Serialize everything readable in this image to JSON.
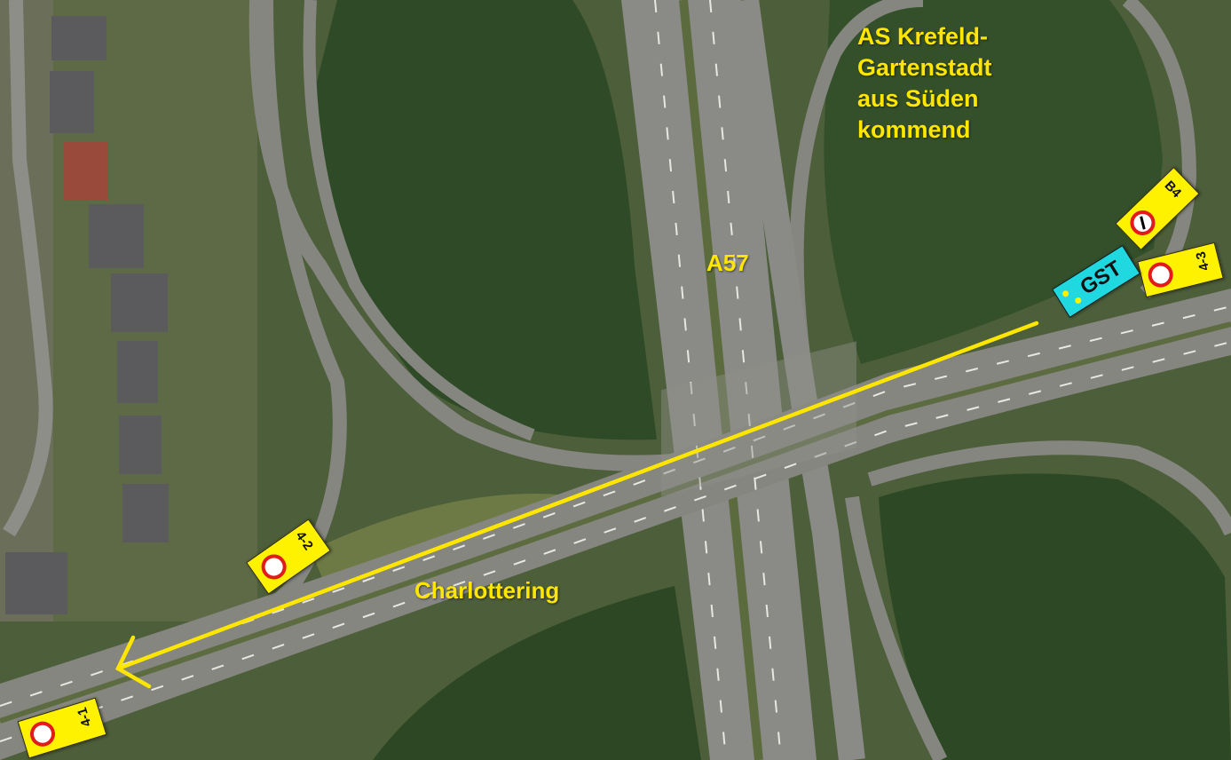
{
  "title": {
    "lines": [
      "AS Krefeld-",
      "Gartenstadt",
      "aus Süden",
      "kommend"
    ]
  },
  "roads": {
    "highway": "A57",
    "ring": "Charlottering"
  },
  "signs": {
    "s41": "4-1",
    "s42": "4-2",
    "s43": "4-3",
    "s44": "B4"
  },
  "gst": "GST",
  "colors": {
    "label": "#ffe600",
    "sign_fill": "#fff200",
    "roundel": "#e21a1a",
    "gst_fill": "#20d8e0",
    "route_arrow": "#ffe600"
  },
  "icons": {
    "sign_roundel": "prohibition-circle",
    "no_entry": "no-entry-sign",
    "route": "yellow-arrow-left"
  }
}
